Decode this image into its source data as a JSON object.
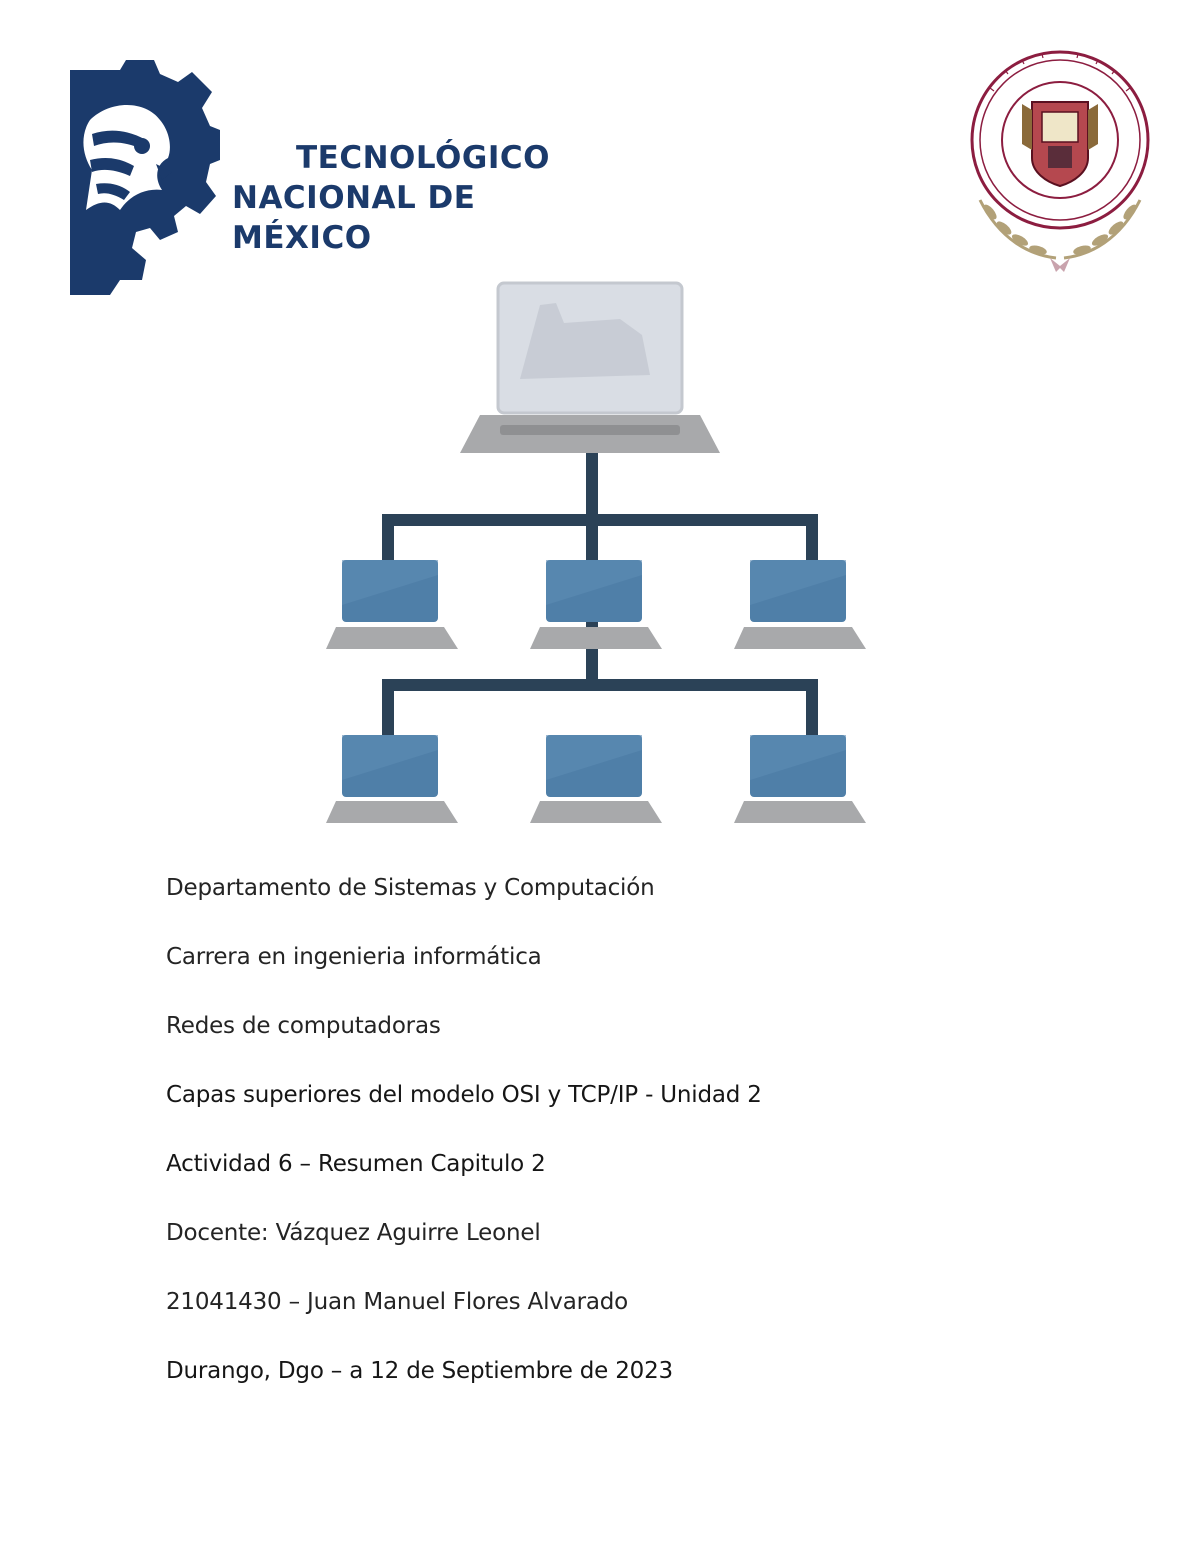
{
  "header": {
    "institution_logo": {
      "icon": "tecnm-eagle-gear-icon",
      "line1": "TECNOLÓGICO",
      "line2": "NACIONAL DE MÉXICO",
      "color": "#1b3a6b"
    },
    "seal": {
      "icon": "institute-seal-icon",
      "color": "#8c1d40"
    }
  },
  "illustration": {
    "icon": "network-tree-icon",
    "colors": {
      "line": "#2b4257",
      "screen": "#4f7fa8",
      "base": "#a8a9ab",
      "top_screen": "#d9dde4"
    }
  },
  "cover": {
    "department": "Departamento de Sistemas y Computación",
    "career": "Carrera en ingenieria informática",
    "course": "Redes de computadoras",
    "unit": "Capas superiores del modelo OSI y TCP/IP - Unidad 2",
    "activity": "Actividad 6 – Resumen Capitulo 2",
    "teacher": "Docente: Vázquez Aguirre Leonel",
    "student": "21041430 – Juan Manuel Flores Alvarado",
    "place_date": "Durango, Dgo – a 12 de Septiembre de 2023"
  }
}
